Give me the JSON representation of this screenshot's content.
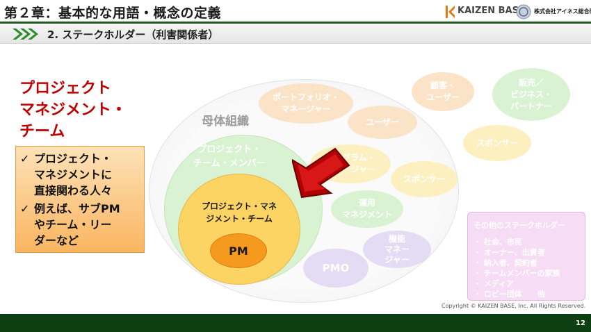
{
  "header": {
    "title": "第２章：基本的な用語・概念の定義",
    "logo_text": "KAIZEN BASE",
    "company_name": "株式会社アイネス総合研究所"
  },
  "section": {
    "title": "2. ステークホルダー（利害関係者）"
  },
  "main": {
    "pm_team_title": [
      "プロジェクト",
      "マネジメント・",
      "チーム"
    ],
    "callout": {
      "items": [
        {
          "mark": "✓",
          "lines": [
            "プロジェクト・",
            "マネジメントに",
            "直接関わる人々"
          ]
        },
        {
          "mark": "✓",
          "lines": [
            "例えば、サブPM",
            "やチーム・リー",
            "ダーなど"
          ]
        }
      ]
    },
    "diagram": {
      "parent_org": "母体組織",
      "project_team_members": [
        "プロジェクト・",
        "チーム・メンバー"
      ],
      "pm_team": [
        "プロジェクト・マネ",
        "ジメント・チーム"
      ],
      "pm": "PM",
      "bubbles": {
        "portfolio_manager": [
          "ポートフォリオ・",
          "マネージャー"
        ],
        "user_inner": [
          "ユーザー"
        ],
        "program_manager": [
          "プログラム・",
          "マネージャー"
        ],
        "sponsor_inner": [
          "スポンサー"
        ],
        "operations_management": [
          "運用",
          "マネジメント"
        ],
        "functional_manager": [
          "機能",
          "マネー",
          "ジャー"
        ],
        "pmo": [
          "PMO"
        ],
        "customer_user": [
          "顧客・",
          "ユーザー"
        ],
        "sales_partner": [
          "販売／",
          "ビジネス・",
          "パートナー"
        ],
        "sponsor_outer": [
          "スポンサー"
        ]
      }
    },
    "other_stakeholders": {
      "title": "その他のステークホルダー",
      "items": [
        "・ 社会、市民",
        "・ オーナー、出資者",
        "・ 納入者、契約者",
        "・ チームメンバーの家族",
        "・ メディア",
        "・ ロビー団体　　他"
      ]
    }
  },
  "footer": {
    "copyright": "Copyright ©  KAIZEN BASE, Inc. All Rights Reserved.",
    "page_number": "12"
  },
  "colors": {
    "header_green": "#1e5a1e",
    "footer_green": "#0e3f12",
    "team_red": "#c00000",
    "callout_orange": "#f9b560",
    "pm_orange": "#f59a1e",
    "arrow_red": "#b00000"
  }
}
